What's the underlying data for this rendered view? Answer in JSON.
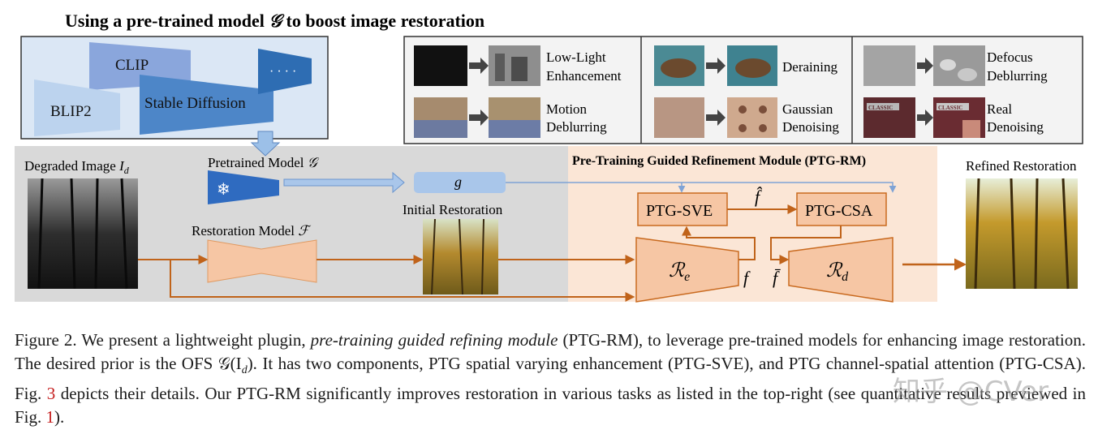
{
  "title_pre": "Using a pre-trained model ",
  "title_symbol": "𝒢",
  "title_post": " to boost image restoration",
  "models": {
    "clip": "CLIP",
    "blip2": "BLIP2",
    "stable_diffusion": "Stable Diffusion",
    "more": "· · · ·"
  },
  "tasks": [
    {
      "line1": "Low-Light",
      "line2": "Enhancement"
    },
    {
      "line1": "Motion",
      "line2": "Deblurring"
    },
    {
      "line1": "Deraining",
      "line2": ""
    },
    {
      "line1": "Gaussian",
      "line2": "Denoising"
    },
    {
      "line1": "Defocus",
      "line2": "Deblurring"
    },
    {
      "line1": "Real",
      "line2": "Denoising"
    }
  ],
  "thumb_text": "CLASSIC",
  "pipeline": {
    "degraded_label": "Degraded Image ",
    "degraded_symbol": "I",
    "degraded_sub": "d",
    "pretrained_label": "Pretrained Model ",
    "pretrained_symbol": "𝒢",
    "restoration_label": "Restoration Model ",
    "restoration_symbol": "ℱ",
    "g_symbol": "g",
    "initial_label": "Initial Restoration",
    "ptgrm_title": "Pre-Training Guided Refinement Module (PTG-RM)",
    "ptg_sve": "PTG-SVE",
    "ptg_csa": "PTG-CSA",
    "re_main": "ℛ",
    "re_sub": "e",
    "rd_main": "ℛ",
    "rd_sub": "d",
    "f_symbol": "f",
    "f_hat": "f̂",
    "f_bar": "f̄",
    "refined_label": "Refined Restoration"
  },
  "caption": {
    "p1": "Figure 2. We present a lightweight plugin, ",
    "p2_italic": "pre-training guided refining module",
    "p3": " (PTG-RM), to leverage pre-trained models for enhancing image restoration. The desired prior is the OFS 𝒢(I",
    "p3_sub": "d",
    "p4": "). It has two components, PTG spatial varying enhancement (PTG-SVE), and PTG channel-spatial attention (PTG-CSA). Fig. ",
    "ref1": "3",
    "p5": " depicts their details. Our PTG-RM significantly improves restoration in various tasks as listed in the top-right (see quantitative results previewed in Fig. ",
    "ref2": "1",
    "p6": ")."
  },
  "watermark": "知乎 @CVer",
  "colors": {
    "orange_fill": "#f6c6a4",
    "orange_stroke": "#c96a1f",
    "orange_arrow": "#c0631a",
    "blue_arrow": "#8fb0dc",
    "gray_bg": "#d9d9d9",
    "peach_bg": "#fbe6d6",
    "ref_red": "#c41a1a"
  }
}
